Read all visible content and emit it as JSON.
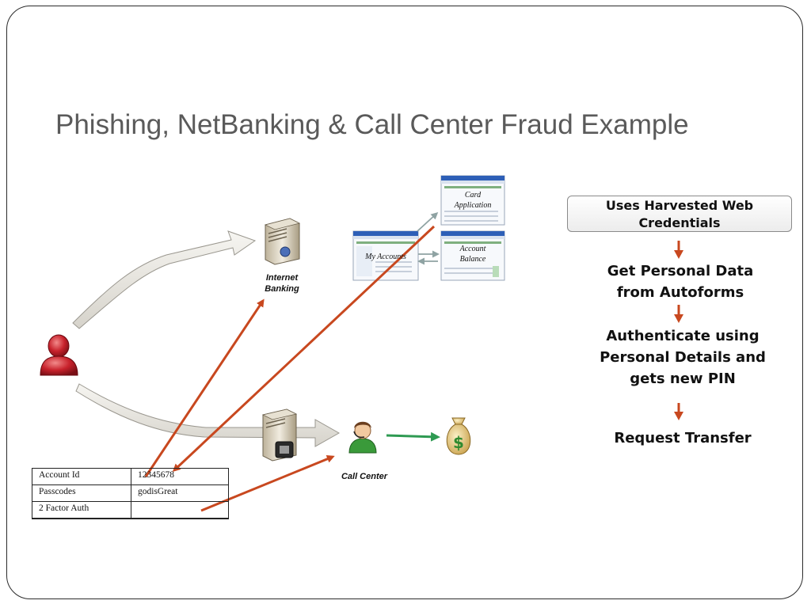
{
  "title": "Phishing, NetBanking & Call Center Fraud Example",
  "labels": {
    "internet_banking": "Internet Banking",
    "call_center": "Call Center",
    "my_accounts": "My Accounts",
    "card_application": "Card Application",
    "account_balance": "Account Balance"
  },
  "steps": {
    "header": "Uses Harvested Web Credentials",
    "step1": "Get Personal Data from Autoforms",
    "step2": "Authenticate using Personal Details and gets new PIN",
    "step3": "Request Transfer"
  },
  "credentials_table": {
    "rows": [
      {
        "label": "Account Id",
        "value": "12345678"
      },
      {
        "label": "Passcodes",
        "value": "godisGreat"
      },
      {
        "label": "2 Factor Auth",
        "value": ""
      }
    ]
  },
  "colors": {
    "fraud_arrow": "#c8481f",
    "transfer_arrow": "#2e9a52",
    "flow_arrow": "#e8e6e0",
    "user_figure": "#c0202a",
    "agent_figure": "#3a9a3a"
  },
  "icons": {
    "user": "person-icon",
    "server": "server-icon",
    "agent": "call-center-agent-icon",
    "money": "money-bag-icon"
  }
}
